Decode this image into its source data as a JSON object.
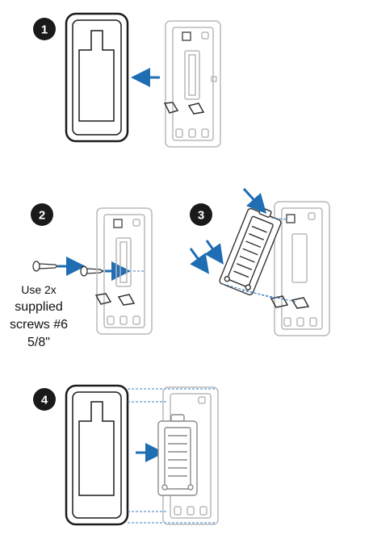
{
  "steps": [
    {
      "number": "1"
    },
    {
      "number": "2"
    },
    {
      "number": "3"
    },
    {
      "number": "4"
    }
  ],
  "screw_note": {
    "line1": "Use 2x",
    "line2": "supplied",
    "line3": "screws #6",
    "line4": "5/8\""
  },
  "colors": {
    "badge": "#1a1a1a",
    "arrow": "#1f6db3",
    "outline": "#1a1a1a",
    "faint": "#b8b8b8",
    "dashed": "#3b7fc0"
  },
  "icons": {
    "arrow": "blue-arrow-icon",
    "screw": "screw-icon",
    "wall_plate": "wall-plate-icon",
    "mounting_plate": "mounting-plate-icon",
    "thermostat_base": "thermostat-base-icon"
  }
}
